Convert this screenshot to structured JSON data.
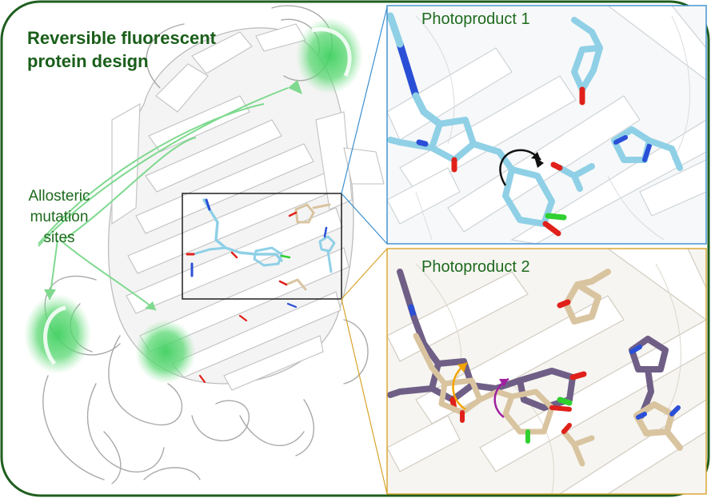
{
  "figure": {
    "title_line1": "Reversible fluorescent",
    "title_line2": "protein design",
    "annotation_line1": "Allosteric",
    "annotation_line2": "mutation",
    "annotation_line3": "sites",
    "panel_top_label": "Photoproduct 1",
    "panel_bottom_label": "Photoproduct 2"
  },
  "colors": {
    "border": "#1f5f1f",
    "highlight": "#4fd26a",
    "arrow": "#7fd98f",
    "protein_ribbon": "#f3f3f3",
    "chromophore_cyan": "#8fd0e6",
    "chromophore_tan": "#d9c4a0",
    "chromophore_purple": "#6f5f86",
    "top_panel_line": "#3a8fcf",
    "bottom_panel_line": "#d8a42a",
    "rotation_orange": "#f2a400",
    "rotation_magenta": "#a020a0",
    "oxygen_red": "#e0201a",
    "nitrogen_blue": "#2a4fd6",
    "chlorine_green": "#2fd02f"
  }
}
